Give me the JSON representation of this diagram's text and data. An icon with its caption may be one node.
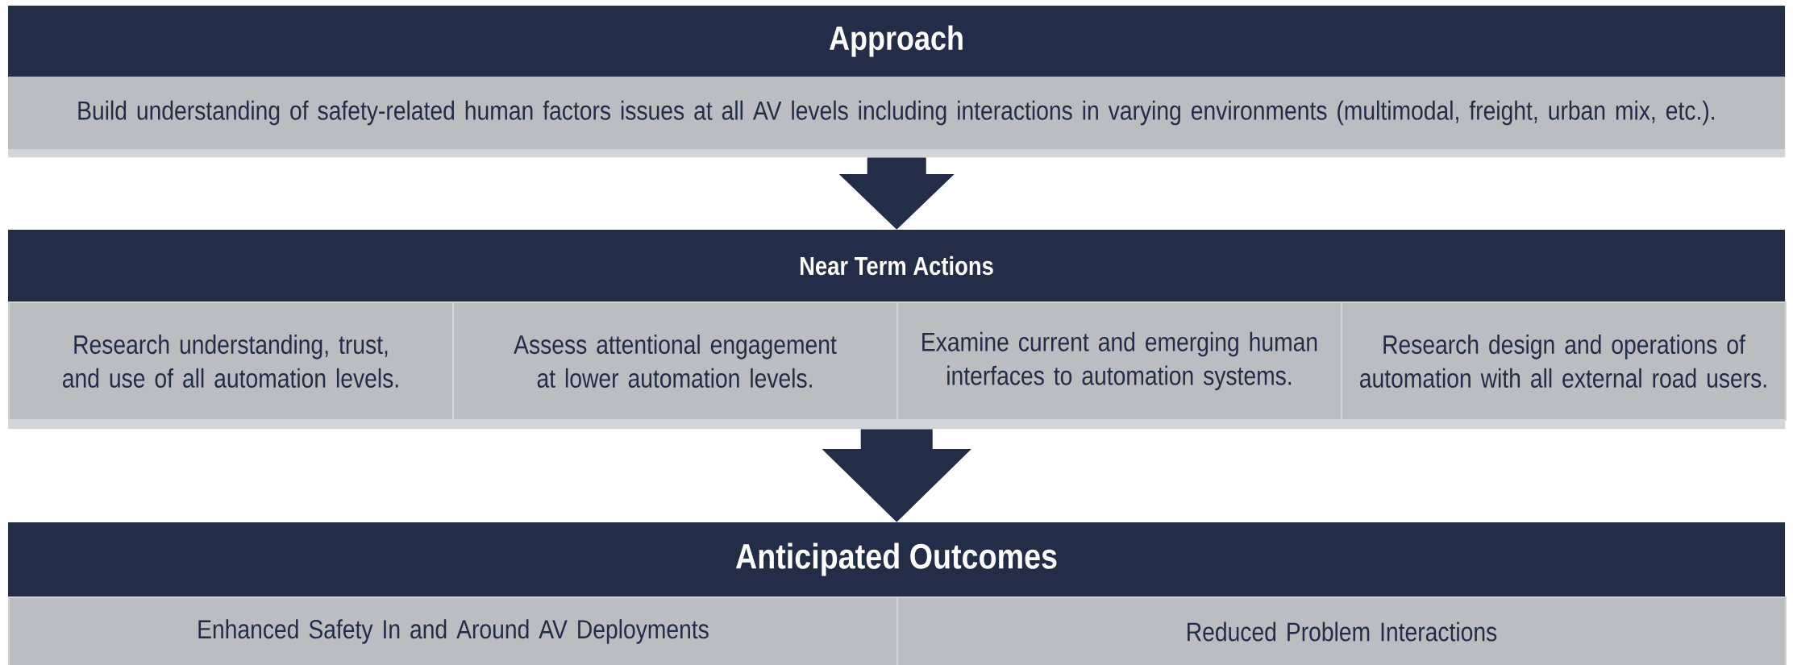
{
  "diagram": {
    "nodes": [
      {
        "text": [
          "Approach",
          "Build understanding of safety-related human factors issues at all AV levels including interactions in varying environments (multimodal, freight, urban mix, etc.)."
        ]
      },
      {
        "text": [
          "Near Term Actions"
        ]
      },
      {
        "text": [
          "Research understanding, trust, and use of all automation levels."
        ],
        "in": 1
      },
      {
        "text": [
          "Assess attentional engagement at lower automation levels."
        ],
        "in": 1
      },
      {
        "text": [
          "Examine current and emerging human interfaces to automation systems."
        ],
        "in": 1
      },
      {
        "text": [
          "Research design and operations of automation with all external road users."
        ],
        "in": 1
      },
      {
        "text": [
          "Anticipated Outcomes"
        ]
      },
      {
        "text": [
          "Enhanced Safety In and Around AV Deployments"
        ],
        "in": 6
      },
      {
        "text": [
          "Reduced Problem Interactions"
        ],
        "in": 6
      }
    ],
    "edges": [
      {
        "from": 0,
        "to": 1,
        "arrow": "to"
      },
      {
        "from": 1,
        "to": 6,
        "arrow": "to"
      }
    ]
  }
}
